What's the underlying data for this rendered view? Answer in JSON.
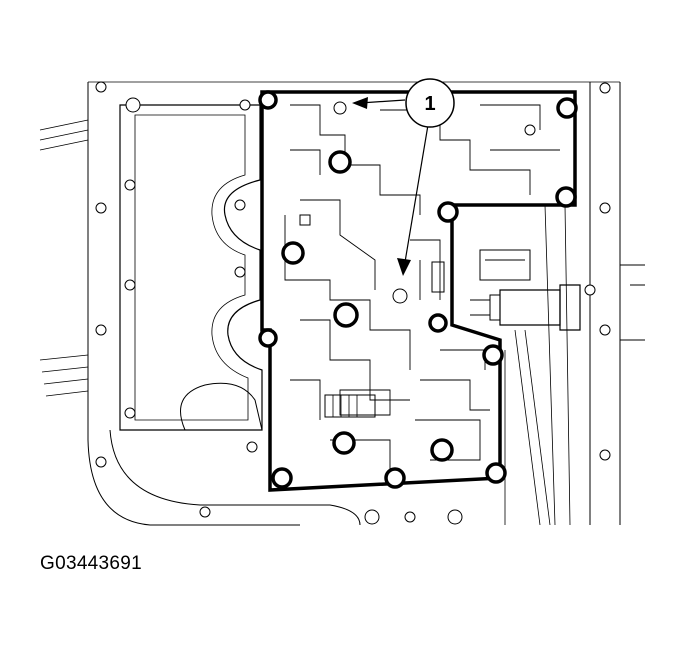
{
  "diagram": {
    "callouts": [
      {
        "id": "callout-1",
        "label": "1"
      }
    ],
    "figure_code": "G03443691",
    "colors": {
      "line": "#000000",
      "fill": "#ffffff",
      "light_line": "#555555"
    }
  }
}
